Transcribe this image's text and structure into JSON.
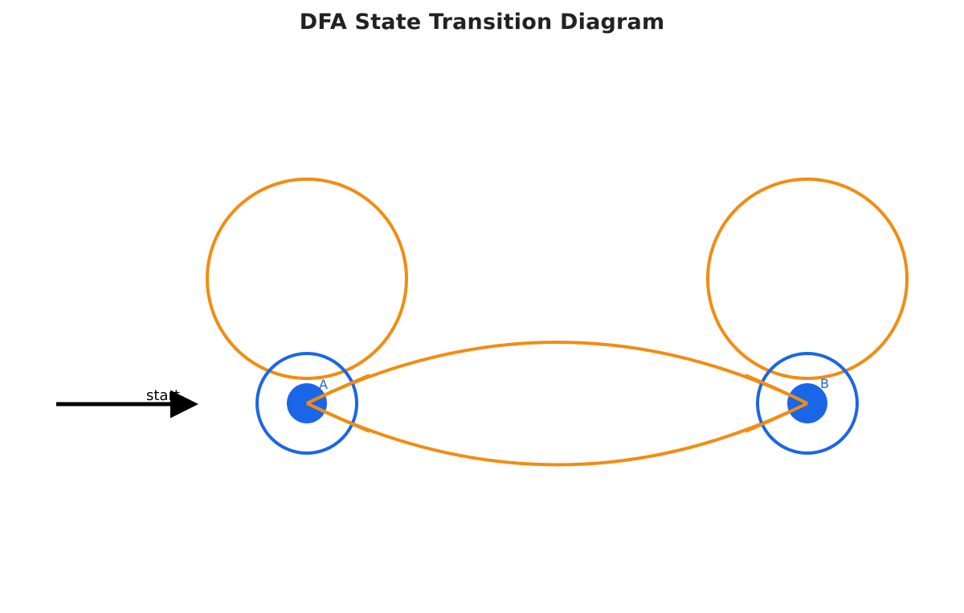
{
  "title": "DFA State Transition Diagram",
  "start_label": "start",
  "states": [
    {
      "id": "A",
      "label": "A",
      "accepting": true,
      "initial": true
    },
    {
      "id": "B",
      "label": "B",
      "accepting": true,
      "initial": false
    }
  ],
  "transitions": [
    {
      "from": "A",
      "to": "A",
      "label": ""
    },
    {
      "from": "A",
      "to": "B",
      "label": ""
    },
    {
      "from": "B",
      "to": "A",
      "label": ""
    },
    {
      "from": "B",
      "to": "B",
      "label": ""
    }
  ],
  "colors": {
    "state": "#1a66e8",
    "transition": "#f28c12",
    "start_arrow": "#000000",
    "title": "#222222"
  }
}
